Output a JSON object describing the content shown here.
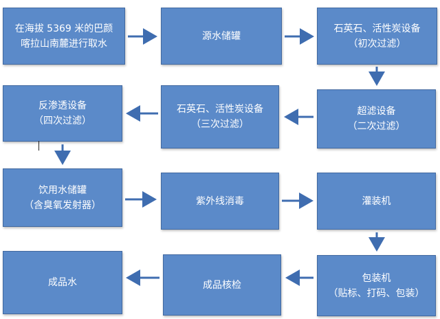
{
  "steps": {
    "s1": {
      "line1": "在海拔 5369 米的巴颜",
      "line2": "喀拉山南麓进行取水"
    },
    "s2": {
      "line1": "源水储罐"
    },
    "s3": {
      "line1": "石英石、活性炭设备",
      "line2": "（初次过滤）"
    },
    "s4": {
      "line1": "超滤设备",
      "line2": "（二次过滤）"
    },
    "s5": {
      "line1": "石英石、活性炭设备",
      "line2": "（三次过滤）"
    },
    "s6": {
      "line1": "反渗透设备",
      "line2": "（四次过滤）"
    },
    "s7": {
      "line1": "饮用水储罐",
      "line2": "（含臭氧发射器）"
    },
    "s8": {
      "line1": "紫外线消毒"
    },
    "s9": {
      "line1": "灌装机"
    },
    "s10": {
      "line1": "包装机",
      "line2": "（贴标、打码、包装）"
    },
    "s11": {
      "line1": "成品核检"
    },
    "s12": {
      "line1": "成品水"
    }
  },
  "colors": {
    "box_fill": "#5b8ac9",
    "box_border": "#41689f",
    "arrow": "#3f6db0"
  }
}
